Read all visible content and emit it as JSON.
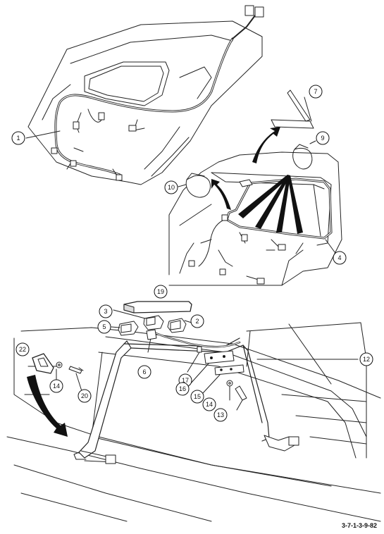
{
  "figure_ref": "3-7-1-3-9-82",
  "callouts": {
    "c1": "1",
    "c2": "2",
    "c3": "3",
    "c4": "4",
    "c5": "5",
    "c6": "6",
    "c7": "7",
    "c9": "9",
    "c10": "10",
    "c12": "12",
    "c13": "13",
    "c14a": "14",
    "c14b": "14",
    "c15": "15",
    "c16": "16",
    "c17": "17",
    "c19": "19",
    "c20": "20",
    "c22": "22"
  }
}
